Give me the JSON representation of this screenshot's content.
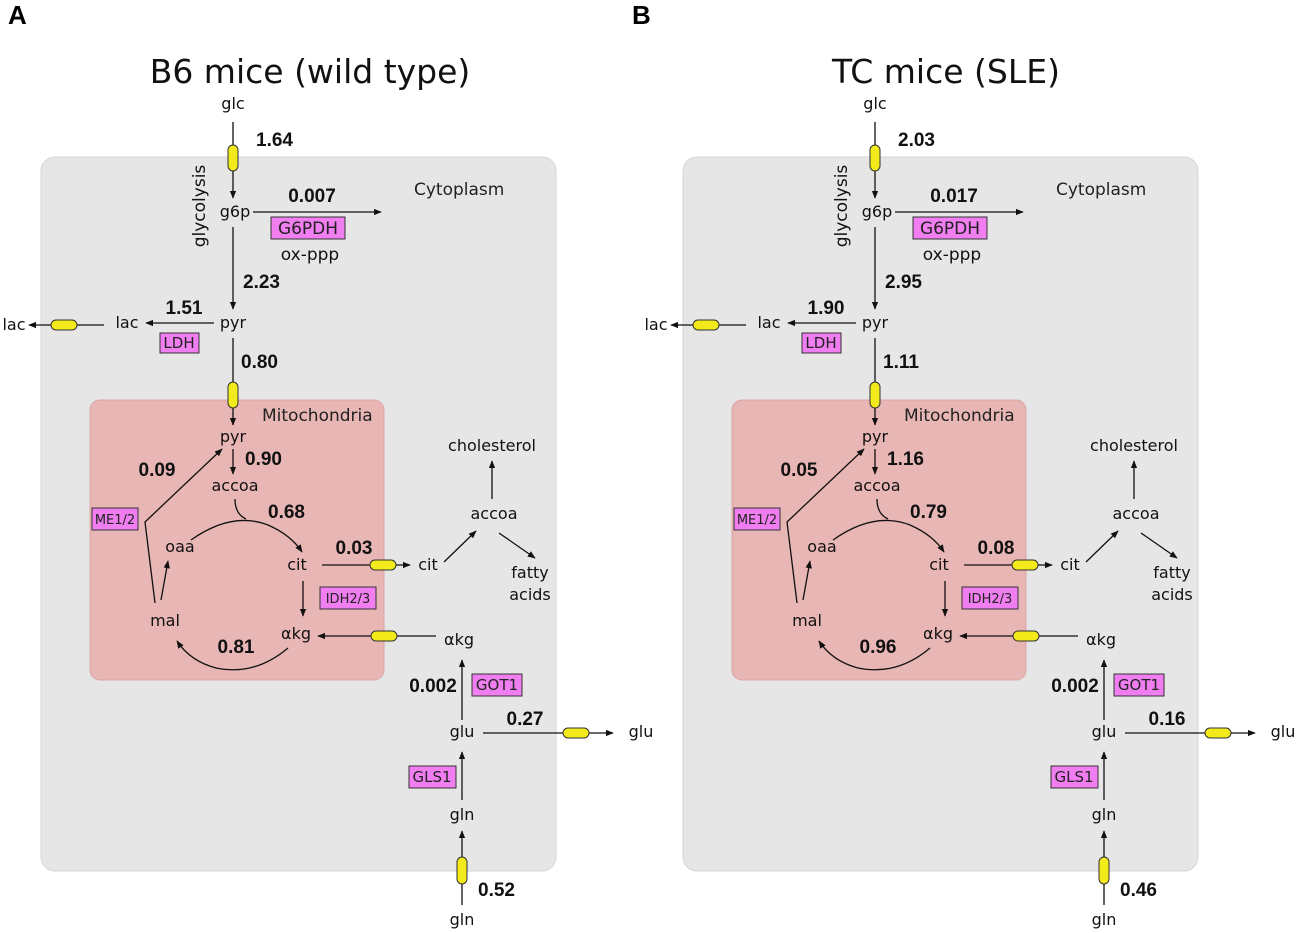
{
  "colors": {
    "cytoplasm": "#e6e6e6",
    "mitochondria": "#e8b6b4",
    "enzyme_box": "#f07ef0",
    "transporter": "#f2ea1a"
  },
  "panels": [
    {
      "letter": "A",
      "title": "B6 mice (wild type)",
      "cytoplasm_label": "Cytoplasm",
      "mitochondria_label": "Mitochondria",
      "metabolites": {
        "glc": "glc",
        "g6p": "g6p",
        "pyr": "pyr",
        "lac_in": "lac",
        "lac_out": "lac",
        "pyr_mito": "pyr",
        "accoa_mito": "accoa",
        "oaa": "oaa",
        "cit_mito": "cit",
        "mal": "mal",
        "akg_mito": "αkg",
        "cit_cyto": "cit",
        "accoa_cyto": "accoa",
        "cholesterol": "cholesterol",
        "fatty_acids_1": "fatty",
        "fatty_acids_2": "acids",
        "akg_cyto": "αkg",
        "glu": "glu",
        "glu_out": "glu",
        "gln": "gln",
        "gln_out": "gln"
      },
      "labels": {
        "glycolysis": "glycolysis",
        "oxppp": "ox-ppp"
      },
      "enzymes": {
        "g6pdh": "G6PDH",
        "ldh": "LDH",
        "me": "ME1/2",
        "idh": "IDH2/3",
        "got1": "GOT1",
        "gls1": "GLS1"
      },
      "fluxes": {
        "glc_uptake": "1.64",
        "oxppp": "0.007",
        "glycolysis": "2.23",
        "ldh": "1.51",
        "pyr_transport": "0.80",
        "me": "0.09",
        "pdh": "0.90",
        "cs": "0.68",
        "cit_export": "0.03",
        "akg_to_mal": "0.81",
        "got1": "0.002",
        "glu_export": "0.27",
        "gln_uptake": "0.52"
      }
    },
    {
      "letter": "B",
      "title": "TC mice (SLE)",
      "cytoplasm_label": "Cytoplasm",
      "mitochondria_label": "Mitochondria",
      "metabolites": {
        "glc": "glc",
        "g6p": "g6p",
        "pyr": "pyr",
        "lac_in": "lac",
        "lac_out": "lac",
        "pyr_mito": "pyr",
        "accoa_mito": "accoa",
        "oaa": "oaa",
        "cit_mito": "cit",
        "mal": "mal",
        "akg_mito": "αkg",
        "cit_cyto": "cit",
        "accoa_cyto": "accoa",
        "cholesterol": "cholesterol",
        "fatty_acids_1": "fatty",
        "fatty_acids_2": "acids",
        "akg_cyto": "αkg",
        "glu": "glu",
        "glu_out": "glu",
        "gln": "gln",
        "gln_out": "gln"
      },
      "labels": {
        "glycolysis": "glycolysis",
        "oxppp": "ox-ppp"
      },
      "enzymes": {
        "g6pdh": "G6PDH",
        "ldh": "LDH",
        "me": "ME1/2",
        "idh": "IDH2/3",
        "got1": "GOT1",
        "gls1": "GLS1"
      },
      "fluxes": {
        "glc_uptake": "2.03",
        "oxppp": "0.017",
        "glycolysis": "2.95",
        "ldh": "1.90",
        "pyr_transport": "1.11",
        "me": "0.05",
        "pdh": "1.16",
        "cs": "0.79",
        "cit_export": "0.08",
        "akg_to_mal": "0.96",
        "got1": "0.002",
        "glu_export": "0.16",
        "gln_uptake": "0.46"
      }
    }
  ]
}
